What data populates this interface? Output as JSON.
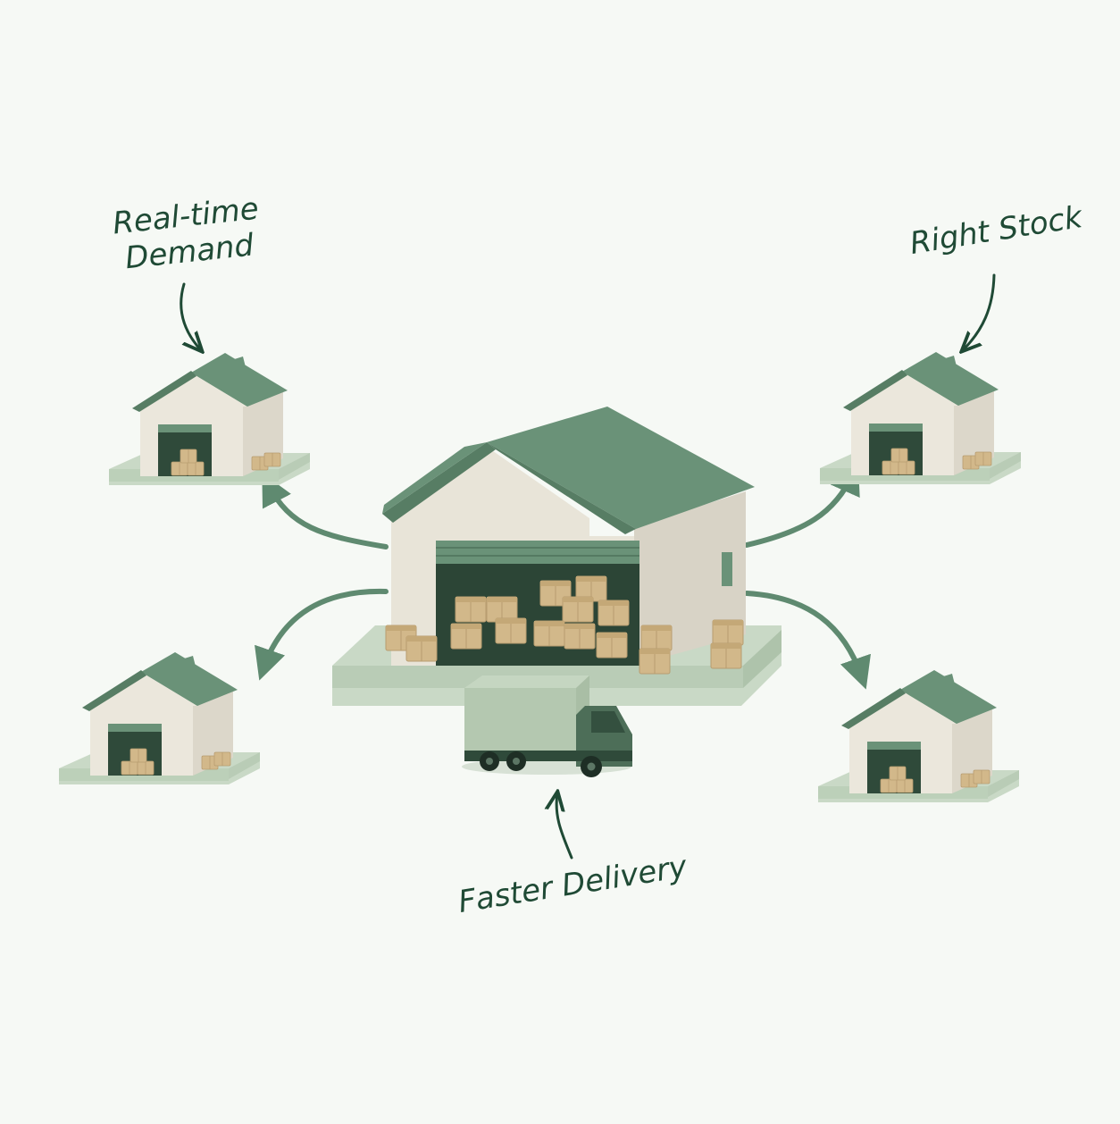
{
  "labels": {
    "demand_line1": "Real-time",
    "demand_line2": "Demand",
    "stock": "Right Stock",
    "delivery": "Faster Delivery"
  },
  "icons": {
    "central": "warehouse-icon",
    "satellite": "small-warehouse-icon",
    "vehicle": "delivery-truck-icon",
    "boxes": "cardboard-box-icon",
    "arrows": "curved-arrow-icon"
  },
  "colors": {
    "background": "#f6f9f5",
    "roof": "#6a9278",
    "wall": "#e8e4d8",
    "base": "#c9d9c6",
    "box": "#d2b88a",
    "arrow": "#5f8a70",
    "ink": "#1f4a35"
  }
}
